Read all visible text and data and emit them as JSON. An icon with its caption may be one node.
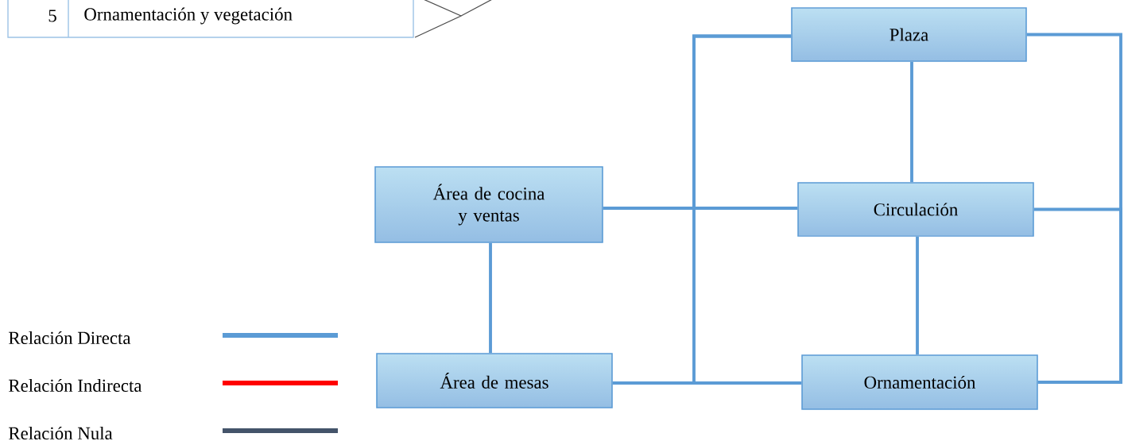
{
  "diagram": {
    "nodes": [
      {
        "text": [
          "Plaza"
        ]
      },
      {
        "text": [
          "Área de cocina y ventas"
        ]
      },
      {
        "text": [
          "Circulación"
        ]
      },
      {
        "text": [
          "Área de mesas"
        ]
      },
      {
        "text": [
          "Ornamentación"
        ]
      }
    ],
    "edges": [
      {
        "from": 0,
        "to": 2,
        "arrow": "none"
      },
      {
        "from": 2,
        "to": 4,
        "arrow": "none"
      },
      {
        "from": 1,
        "to": 3,
        "arrow": "none"
      },
      {
        "from": 1,
        "to": 2,
        "arrow": "none"
      },
      {
        "from": 3,
        "to": 4,
        "arrow": "none"
      },
      {
        "from": 0,
        "to": 1,
        "arrow": "none"
      },
      {
        "from": 0,
        "to": 3,
        "arrow": "none"
      },
      {
        "from": 0,
        "to": 4,
        "arrow": "none"
      },
      {
        "from": 2,
        "to": 4,
        "arrow": "none"
      }
    ],
    "labels": [
      "5",
      "Ornamentación y vegetación"
    ],
    "legend": [
      {
        "text": "Relación Directa",
        "color": "#5b9bd5"
      },
      {
        "text": "Relación Indirecta",
        "color": "#ff0000"
      },
      {
        "text": "Relación Nula",
        "color": "#44546a"
      }
    ]
  }
}
